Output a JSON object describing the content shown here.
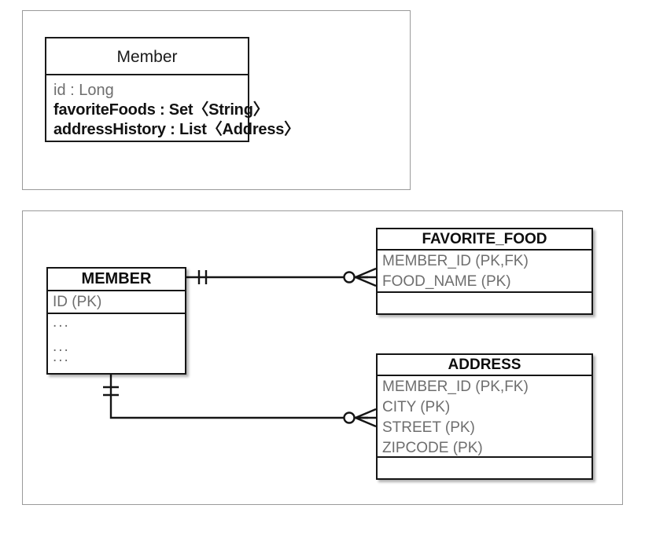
{
  "uml": {
    "class_name": "Member",
    "attributes": [
      {
        "text": "id : Long",
        "style": "muted"
      },
      {
        "text": "favoriteFoods : Set〈String〉",
        "style": "strong"
      },
      {
        "text": "addressHistory : List〈Address〉",
        "style": "strong"
      }
    ]
  },
  "er": {
    "tables": {
      "member": {
        "name": "MEMBER",
        "keys": [
          "ID (PK)"
        ],
        "rows": [
          "...",
          "...",
          "..."
        ]
      },
      "favorite_food": {
        "name": "FAVORITE_FOOD",
        "keys": [
          "MEMBER_ID (PK,FK)",
          "FOOD_NAME (PK)"
        ],
        "rows": []
      },
      "address": {
        "name": "ADDRESS",
        "keys": [
          "MEMBER_ID (PK,FK)",
          "CITY (PK)",
          "STREET (PK)",
          "ZIPCODE (PK)"
        ],
        "rows": []
      }
    },
    "relationships": [
      {
        "id": "member-favorite-food",
        "from": "MEMBER",
        "to": "FAVORITE_FOOD",
        "from_cardinality": "exactly-one",
        "to_cardinality": "zero-or-many"
      },
      {
        "id": "member-address",
        "from": "MEMBER",
        "to": "ADDRESS",
        "from_cardinality": "exactly-one",
        "to_cardinality": "zero-or-many"
      }
    ]
  },
  "colors": {
    "line": "#151515",
    "panel_border": "#9a9a9a",
    "muted_text": "#6e6e6e",
    "strong_text": "#121212",
    "background": "#ffffff"
  }
}
